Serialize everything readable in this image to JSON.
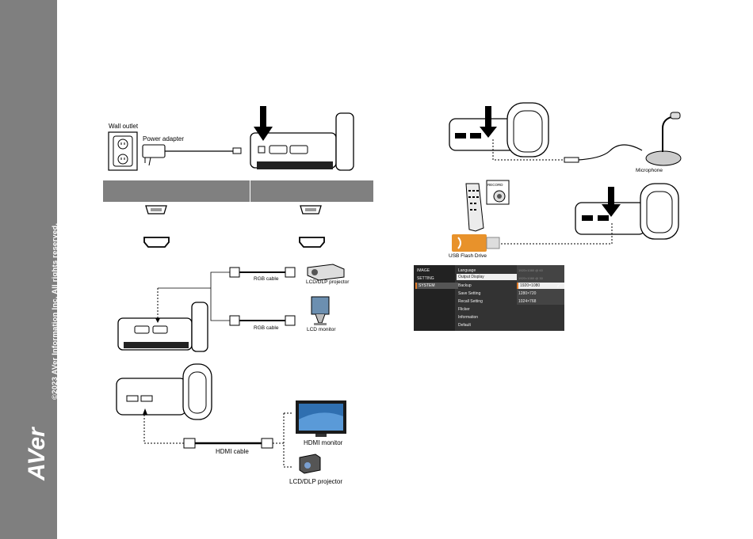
{
  "sidebar": {
    "copyright": "©2023 AVer Information Inc. All rights reserved.",
    "logo_text": "AVer"
  },
  "power": {
    "wall_outlet": "Wall outlet",
    "power_adapter": "Power adapter"
  },
  "vga": {
    "rgb_cable_1": "RGB cable",
    "projector": "LCD/DLP projector",
    "rgb_cable_2": "RGB cable",
    "monitor": "LCD monitor"
  },
  "hdmi": {
    "cable": "HDMI  cable",
    "monitor": "HDMI monitor",
    "projector": "LCD/DLP projector"
  },
  "mic": {
    "label": "Microphone"
  },
  "usb": {
    "record": "RECORD",
    "flash_drive": "USB Flash Drive"
  },
  "menu": {
    "col1": [
      "IMAGE",
      "SETTING",
      "SYSTEM"
    ],
    "col2": [
      "Language",
      "Output Display",
      "Backup",
      "Save Setting",
      "Recall Setting",
      "Flicker",
      "Information",
      "Default"
    ],
    "col3": [
      "1920×1080 @ 60",
      "1920×1080 @ 30",
      "1920×1080",
      "1280×720",
      "1024×768"
    ]
  },
  "colors": {
    "sidebar": "#7f7f7f",
    "header": "#808080",
    "usb_orange": "#e8922b",
    "menu_accent": "#e07b2a"
  }
}
